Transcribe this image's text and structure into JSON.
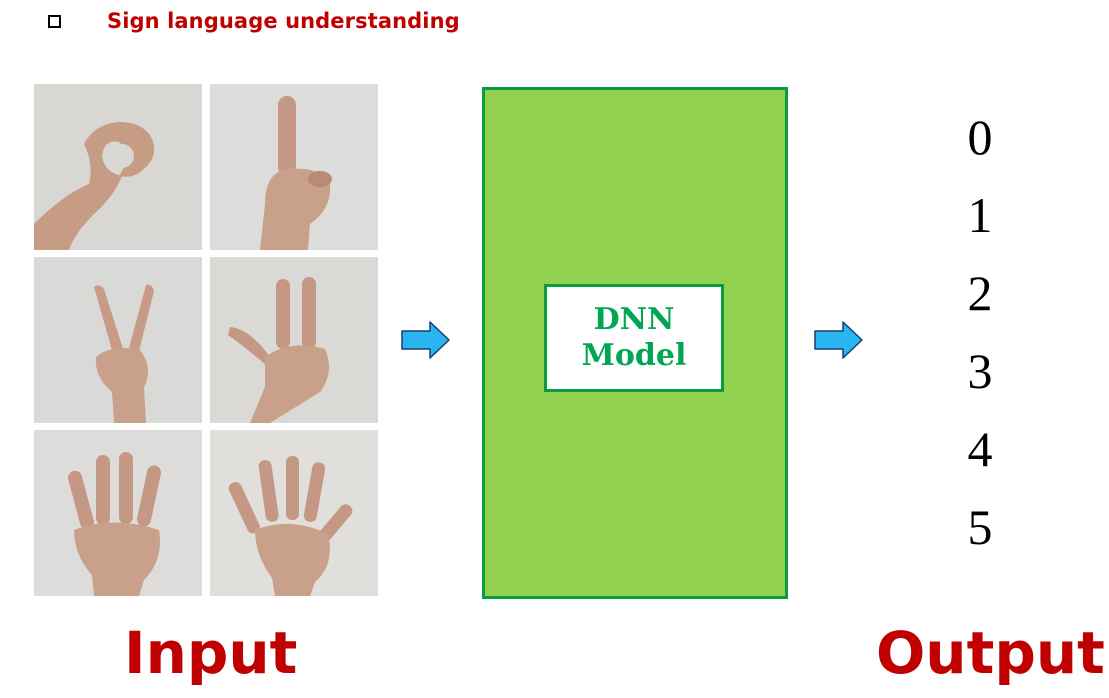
{
  "header": {
    "title": "Sign language understanding",
    "bullet_icon": "checkbox-icon"
  },
  "input": {
    "label": "Input",
    "images": [
      {
        "gesture": "0"
      },
      {
        "gesture": "1"
      },
      {
        "gesture": "2"
      },
      {
        "gesture": "3"
      },
      {
        "gesture": "4"
      },
      {
        "gesture": "5"
      }
    ]
  },
  "model": {
    "line1": "DNN",
    "line2": "Model"
  },
  "output": {
    "label": "Output",
    "values": [
      "0",
      "1",
      "2",
      "3",
      "4",
      "5"
    ]
  },
  "colors": {
    "title_red": "#c00000",
    "model_fill": "#92d050",
    "model_border": "#0b9b3e",
    "model_text": "#00a651",
    "arrow_fill": "#29b5f0",
    "arrow_stroke": "#1a3c6e"
  }
}
